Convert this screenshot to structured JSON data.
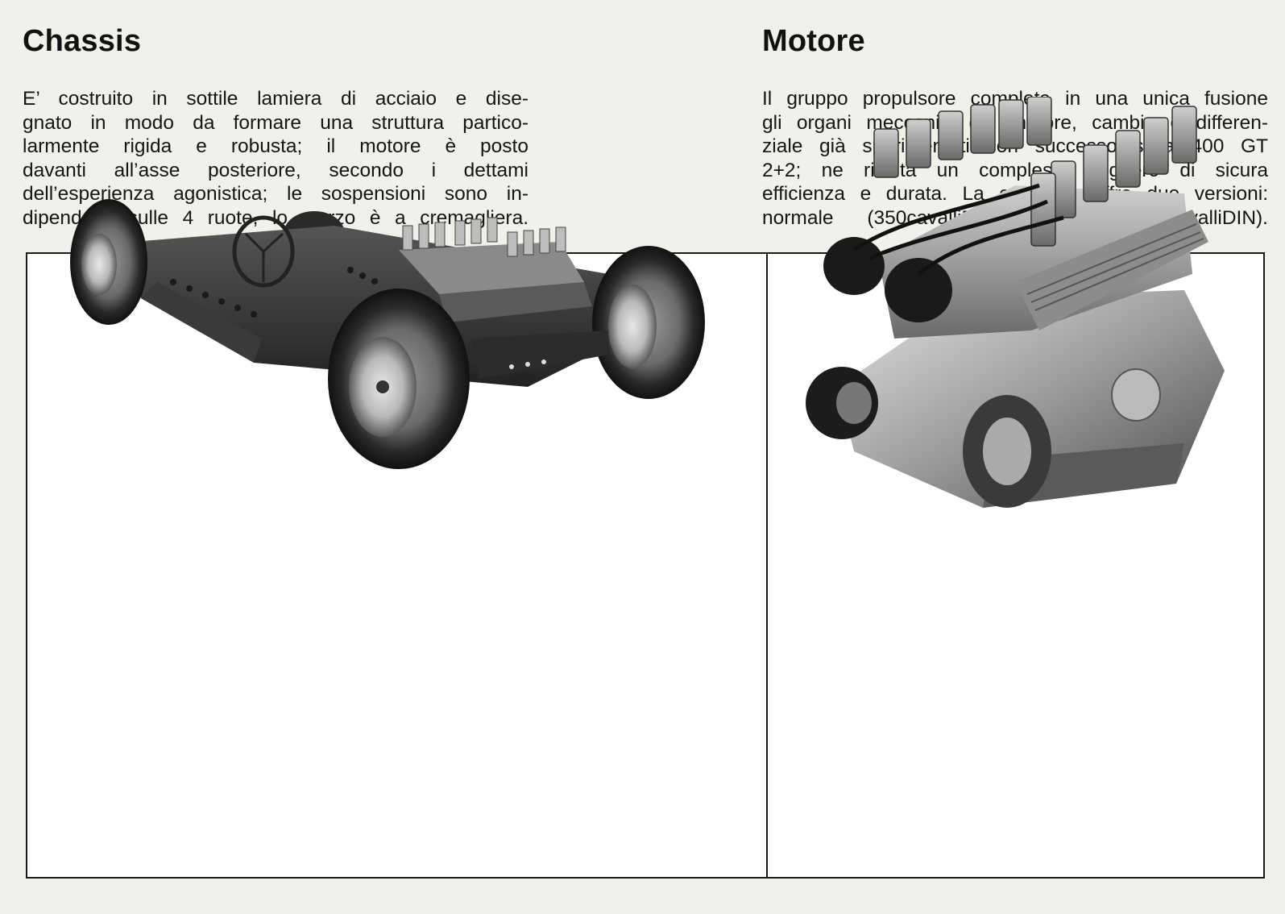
{
  "left": {
    "heading": "Chassis",
    "lines": [
      "E’ costruito in sottile lamiera di acciaio e dise-",
      "gnato in modo da formare una struttura partico-",
      "larmente rigida e robusta; il motore è posto",
      "davanti all’asse posteriore, secondo i dettami",
      "dell’esperienza agonistica; le sospensioni sono in-",
      "dipendenti sulle 4 ruote, lo sterzo è a cremagliera."
    ]
  },
  "right": {
    "heading": "Motore",
    "lines": [
      "Il gruppo propulsore completa in una unica fusione",
      "gli organi meccanici del motore, cambio e differen-",
      "ziale già sperimentati con successo sulla 400 GT",
      "2+2; ne risulta un complesso leggero di sicura",
      "efficienza e durata. La casa ne offre due versioni:",
      "normale (350cavalliDIN); spinto (430cavalliDIN)."
    ]
  },
  "images": {
    "left_icon": "chassis-photo",
    "right_icon": "engine-photo"
  },
  "colors": {
    "paper": "#f1f1ec",
    "ink": "#111111",
    "frame": "#1a1a1a"
  }
}
